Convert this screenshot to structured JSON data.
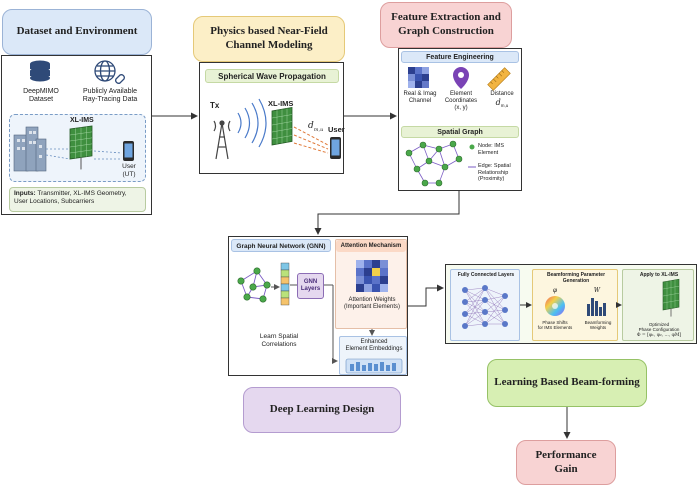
{
  "stage1": {
    "title": "Dataset and Environment",
    "deepmimo": "DeepMIMO\nDataset",
    "raytracing": "Publicly Available\nRay-Tracing Data",
    "xlims": "XL-IMS",
    "user": "User\n(UT)",
    "inputs_label": "Inputs:",
    "inputs_text": "Transmitter, XL-IMS Geometry, User Locations, Subcarriers"
  },
  "stage2": {
    "title": "Physics based Near-Field Channel Modeling",
    "subheader": "Spherical Wave Propagation",
    "tx": "Tx",
    "xlims": "XL-IMS",
    "distance": "d",
    "distance_sub": "m,u",
    "user": "User"
  },
  "stage3": {
    "title": "Feature Extraction and Graph Construction",
    "fe_header": "Feature Engineering",
    "f1": "Real & Imag\nChannel",
    "f2": "Element\nCoordinates\n(x, y)",
    "f3": "Distance",
    "f3_sym": "d",
    "f3_sub": "m,u",
    "sg_header": "Spatial Graph",
    "node_legend": "Node: IMS\nElement",
    "edge_legend": "Edge: Spatial\nRelationship\n(Proximity)"
  },
  "stage4": {
    "gnn_header": "Graph Neural Network (GNN)",
    "gnn_layers": "GNN\nLayers",
    "learn": "Learn Spatial\nCorrelations",
    "att_header": "Attention Mechanism",
    "att_weights": "Attention Weights\n(Important Elements)",
    "enhanced": "Enhanced\nElement Embeddings",
    "label": "Deep Learning Design"
  },
  "stage5": {
    "fc": "Fully Connected Layers",
    "bf_header": "Beamforming Parameter\nGeneration",
    "phi": "φ",
    "phase_shifts": "Phase Shifts\nfor IMS Elements",
    "w": "W",
    "bf_weights": "Beamforming\nWeights",
    "apply": "Apply to XL-IMS",
    "optimized": "Optimized\nPhase Configuration",
    "formula": "Φ = [φ₁, φ₂, ..., φM]",
    "label": "Learning Based Beam-forming"
  },
  "stage6": {
    "label": "Performance Gain"
  },
  "colors": {
    "blue_box": "#dbe8f8",
    "yellow_box": "#fcefc7",
    "pink_box": "#f8d3d3",
    "purple_box": "#e5d8ef",
    "green_box": "#d7efb3",
    "ims_green": "#3f8f3f"
  }
}
